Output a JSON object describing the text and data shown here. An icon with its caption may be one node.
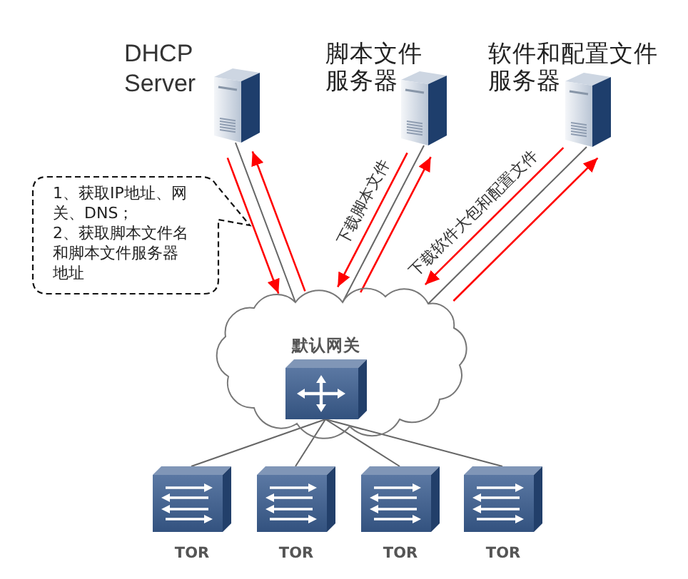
{
  "diagram": {
    "nodes": [
      {
        "text": [
          "DHCP Server"
        ]
      },
      {
        "text": [
          "脚本文件服务器"
        ]
      },
      {
        "text": [
          "软件和配置文件服务器"
        ]
      },
      {
        "text": [
          "1、获取IP地址、网关、DNS；",
          "2、获取脚本文件名和脚本文件服务器地址"
        ]
      },
      {
        "text": [],
        "shape": "cloud"
      },
      {
        "text": [
          "默认网关"
        ],
        "in": 4
      },
      {
        "text": [
          "TOR"
        ]
      },
      {
        "text": [
          "TOR"
        ]
      },
      {
        "text": [
          "TOR"
        ]
      },
      {
        "text": [
          "TOR"
        ]
      }
    ],
    "edges": [
      {
        "from": 0,
        "to": 4,
        "arrow": "none"
      },
      {
        "from": 0,
        "to": 4,
        "arrow": "to",
        "color": "#ff0000"
      },
      {
        "from": 4,
        "to": 0,
        "arrow": "to",
        "color": "#ff0000"
      },
      {
        "from": 1,
        "to": 4,
        "arrow": "none"
      },
      {
        "from": 1,
        "to": 4,
        "arrow": "to",
        "color": "#ff0000",
        "label": "下载脚本文件"
      },
      {
        "from": 4,
        "to": 1,
        "arrow": "to",
        "color": "#ff0000"
      },
      {
        "from": 2,
        "to": 4,
        "arrow": "none"
      },
      {
        "from": 2,
        "to": 4,
        "arrow": "to",
        "color": "#ff0000",
        "label": "下载软件大包和配置文件"
      },
      {
        "from": 4,
        "to": 2,
        "arrow": "to",
        "color": "#ff0000"
      },
      {
        "from": 5,
        "to": 6,
        "arrow": "none"
      },
      {
        "from": 5,
        "to": 7,
        "arrow": "none"
      },
      {
        "from": 5,
        "to": 8,
        "arrow": "none"
      },
      {
        "from": 5,
        "to": 9,
        "arrow": "none"
      }
    ]
  }
}
